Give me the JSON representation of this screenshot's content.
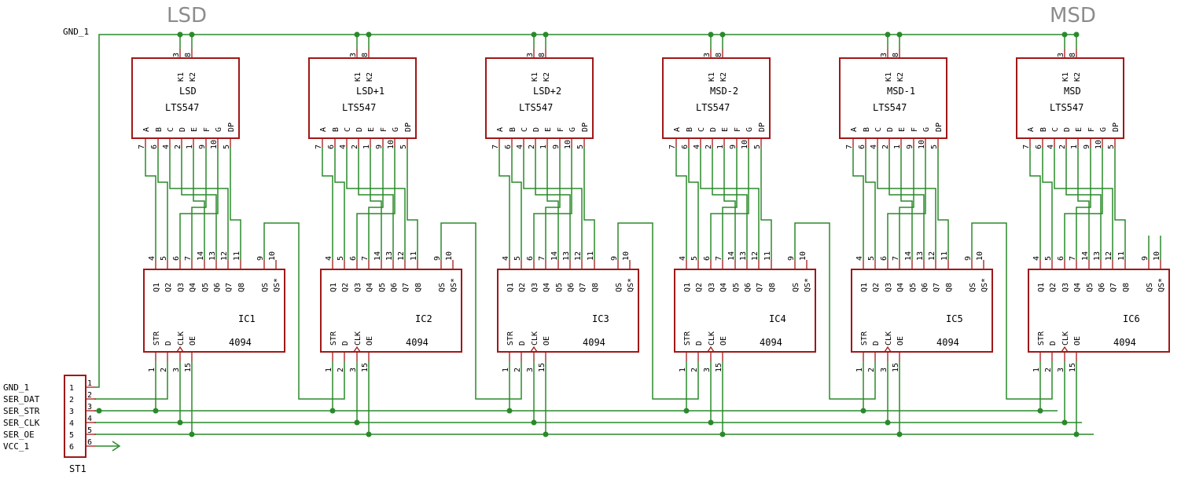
{
  "title_left": "LSD",
  "title_right": "MSD",
  "gnd_net_label": "GND_1",
  "connector": {
    "name": "ST1",
    "pin_numbers": [
      "1",
      "2",
      "3",
      "4",
      "5",
      "6"
    ],
    "signals": [
      "GND_1",
      "SER_DAT",
      "SER_STR",
      "SER_CLK",
      "SER_OE",
      "VCC_1"
    ]
  },
  "display_part": "LTS547",
  "display_top_pins": [
    "K1",
    "K2"
  ],
  "display_top_nums": [
    "3",
    "8"
  ],
  "display_segment_pins": [
    "A",
    "B",
    "C",
    "D",
    "E",
    "F",
    "G",
    "DP"
  ],
  "display_segment_nums": [
    "7",
    "6",
    "4",
    "2",
    "1",
    "9",
    "10",
    "5"
  ],
  "displays": [
    "LSD",
    "LSD+1",
    "LSD+2",
    "MSD-2",
    "MSD-1",
    "MSD"
  ],
  "register_part": "4094",
  "register_out_pins": [
    "Q1",
    "Q2",
    "Q3",
    "Q4",
    "Q5",
    "Q6",
    "Q7",
    "Q8",
    "QS",
    "QS*"
  ],
  "register_out_nums": [
    "4",
    "5",
    "6",
    "7",
    "14",
    "13",
    "12",
    "11",
    "9",
    "10"
  ],
  "register_in_pins": [
    "STR",
    "D",
    "CLK",
    "OE"
  ],
  "register_in_nums": [
    "1",
    "2",
    "3",
    "15"
  ],
  "registers": [
    "IC1",
    "IC2",
    "IC3",
    "IC4",
    "IC5",
    "IC6"
  ],
  "colors": {
    "wire": "#2a8a2a",
    "part": "#a01818",
    "heading": "#8c8c8c"
  }
}
